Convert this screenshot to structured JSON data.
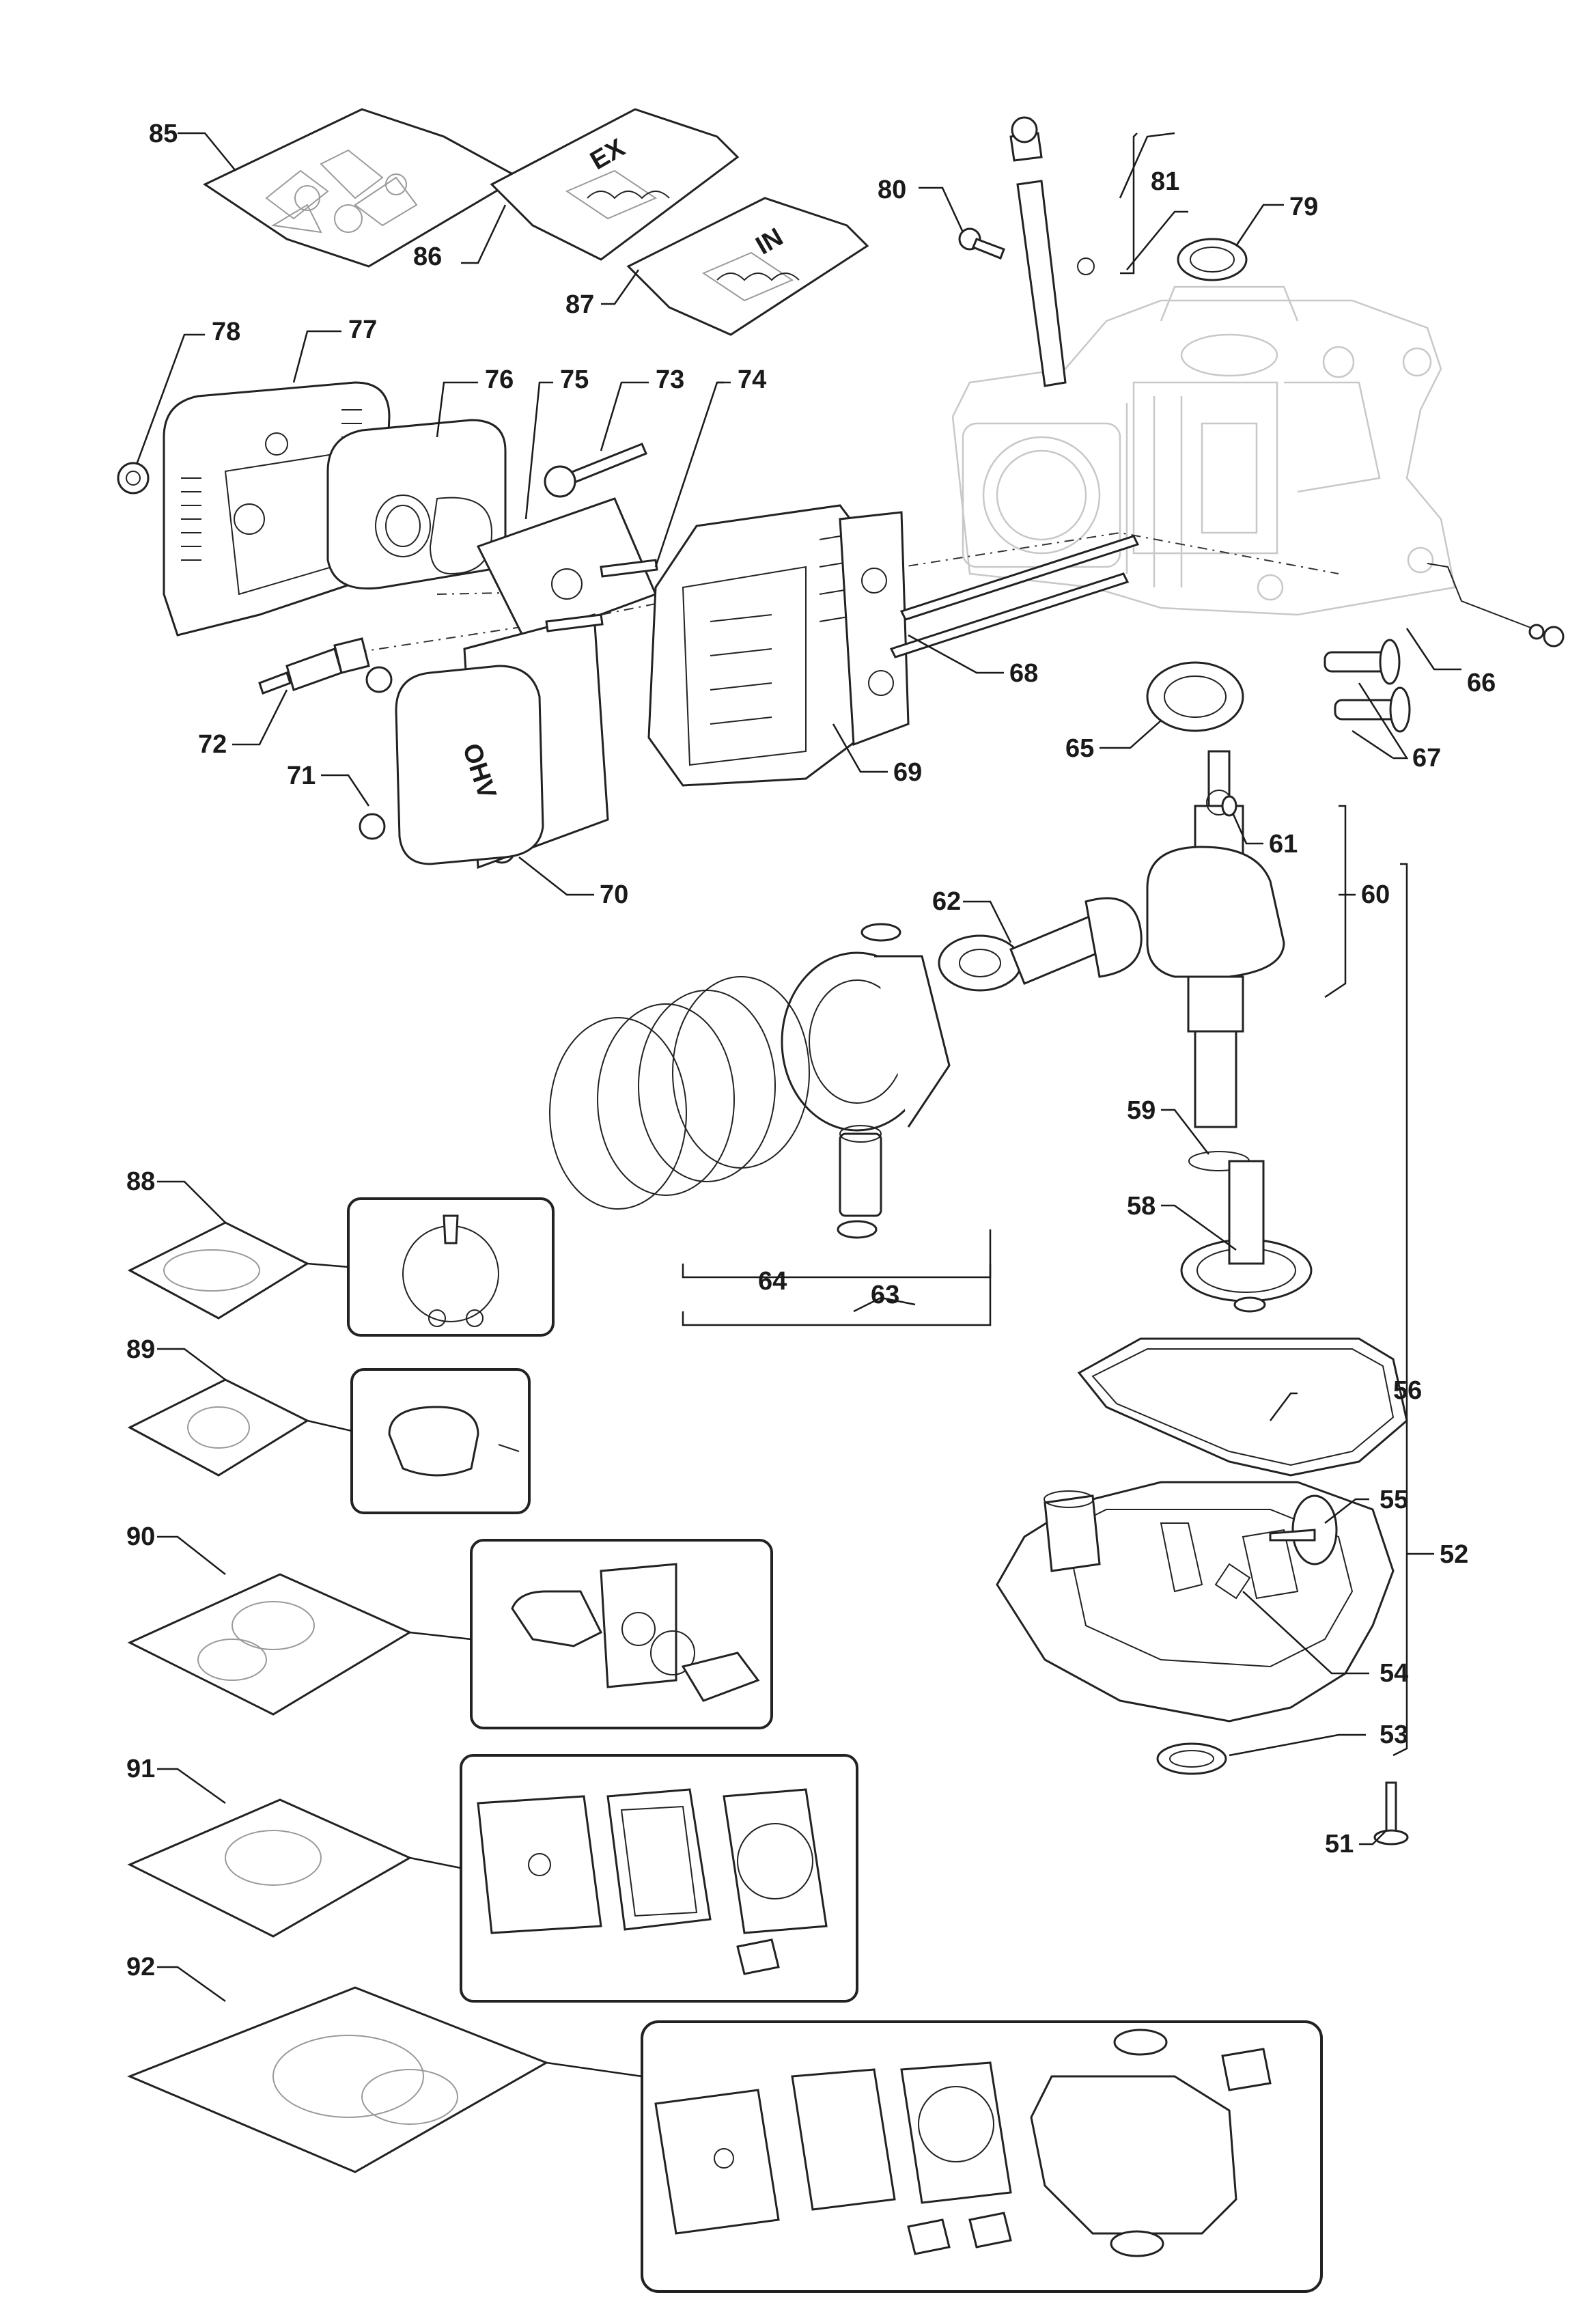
{
  "labels": {
    "l51": "51",
    "l52": "52",
    "l53": "53",
    "l54": "54",
    "l55": "55",
    "l56": "56",
    "l58": "58",
    "l59": "59",
    "l60": "60",
    "l61": "61",
    "l62": "62",
    "l63": "63",
    "l64": "64",
    "l65": "65",
    "l66": "66",
    "l67": "67",
    "l68": "68",
    "l69": "69",
    "l70": "70",
    "l71": "71",
    "l72": "72",
    "l73": "73",
    "l74": "74",
    "l75": "75",
    "l76": "76",
    "l77": "77",
    "l78": "78",
    "l79": "79",
    "l80": "80",
    "l81": "81",
    "l85": "85",
    "l86": "86",
    "l87": "87",
    "l88": "88",
    "l89": "89",
    "l90": "90",
    "l91": "91",
    "l92": "92"
  },
  "bag_marks": {
    "ex": "EX",
    "in": "IN"
  },
  "cover_mark": "OHV"
}
